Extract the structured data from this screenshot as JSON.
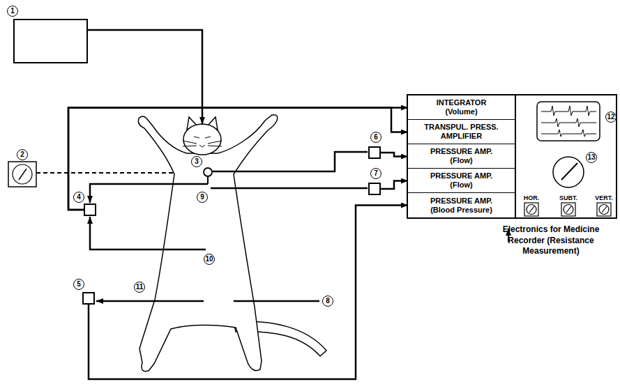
{
  "diagram": {
    "nodes": [
      {
        "text": [
          "Electronics for Medicine Recorder (Resistance Measurement)"
        ]
      },
      {
        "text": [
          "INTEGRATOR (Volume)"
        ],
        "in": 0
      },
      {
        "text": [
          "TRANSPUL. PRESS. AMPLIFIER"
        ],
        "in": 0
      },
      {
        "text": [
          "PRESSURE AMP. (Flow)"
        ],
        "in": 0
      },
      {
        "text": [
          "PRESSURE AMP. (Flow)"
        ],
        "in": 0
      },
      {
        "text": [
          "PRESSURE AMP. (Blood Pressure)"
        ],
        "in": 0
      },
      {
        "text": [
          "4"
        ]
      },
      {
        "text": [
          "6"
        ]
      },
      {
        "text": [
          "7"
        ]
      },
      {
        "text": [
          "5"
        ]
      }
    ],
    "edges": [
      {
        "from": 6,
        "to": 1,
        "arrow": "to"
      },
      {
        "from": 6,
        "to": 2,
        "arrow": "to"
      },
      {
        "from": 7,
        "to": 3,
        "arrow": "to"
      },
      {
        "from": 8,
        "to": 4,
        "arrow": "to"
      },
      {
        "from": 9,
        "to": 5,
        "arrow": "to"
      }
    ],
    "labels": [
      "1",
      "2",
      "3",
      "8",
      "9",
      "10",
      "11",
      "12",
      "13",
      "HOR.",
      "SUBT.",
      "VERT."
    ]
  }
}
